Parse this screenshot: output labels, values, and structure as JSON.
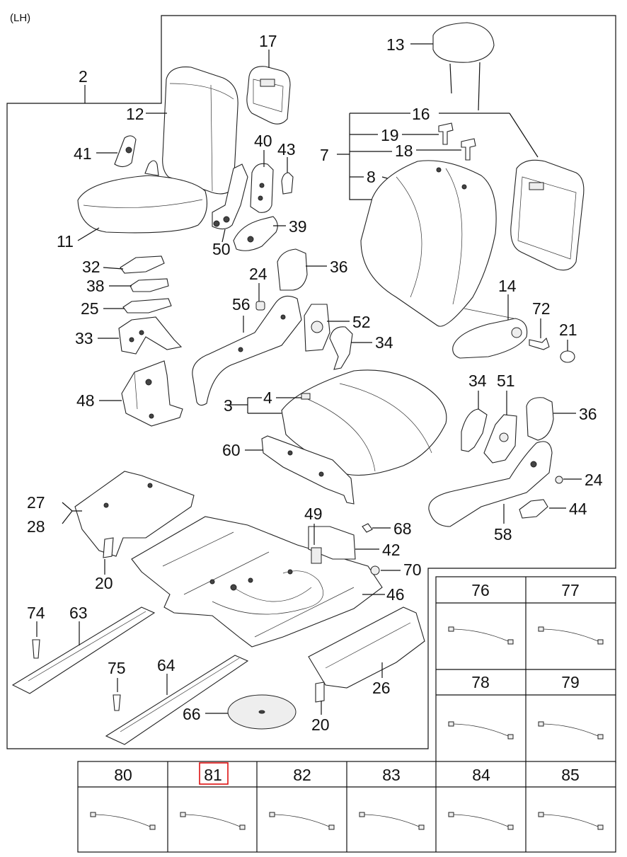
{
  "header": {
    "side": "(LH)"
  },
  "callouts": {
    "c2": "2",
    "c3": "3",
    "c4": "4",
    "c7": "7",
    "c8": "8",
    "c11": "11",
    "c12": "12",
    "c13": "13",
    "c14": "14",
    "c16": "16",
    "c17": "17",
    "c18": "18",
    "c19": "19",
    "c20a": "20",
    "c20b": "20",
    "c21": "21",
    "c24a": "24",
    "c24b": "24",
    "c25": "25",
    "c26": "26",
    "c27": "27",
    "c28": "28",
    "c32": "32",
    "c33": "33",
    "c34a": "34",
    "c34b": "34",
    "c36a": "36",
    "c36b": "36",
    "c38": "38",
    "c39": "39",
    "c40": "40",
    "c41": "41",
    "c42": "42",
    "c43": "43",
    "c44": "44",
    "c46": "46",
    "c48": "48",
    "c49": "49",
    "c50": "50",
    "c51": "51",
    "c52": "52",
    "c56": "56",
    "c58": "58",
    "c60": "60",
    "c63": "63",
    "c64": "64",
    "c66": "66",
    "c68": "68",
    "c70": "70",
    "c72": "72",
    "c74": "74",
    "c75": "75"
  },
  "harness_grid_right": [
    "76",
    "77",
    "78",
    "79"
  ],
  "harness_grid_bottom": [
    "80",
    "81",
    "82",
    "83",
    "84",
    "85"
  ],
  "highlighted_part": "81",
  "colors": {
    "line": "#111111",
    "highlight": "#dd1111"
  }
}
